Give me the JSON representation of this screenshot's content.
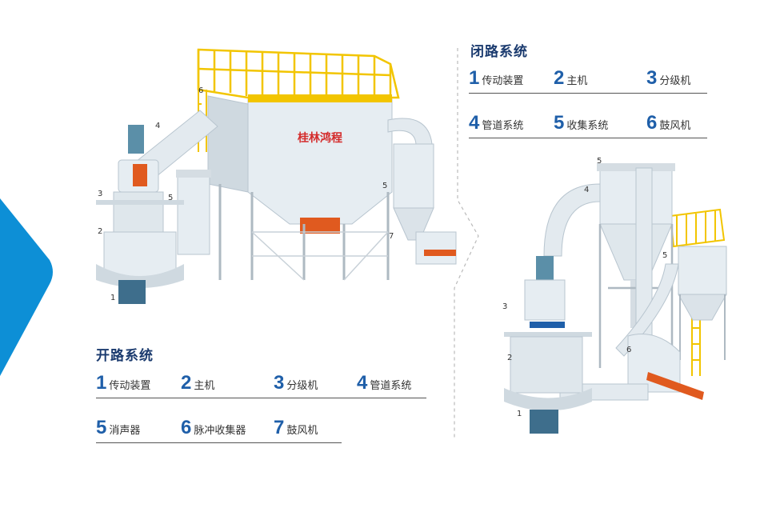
{
  "open_circuit": {
    "title": "开路系统",
    "brand_text": "桂林鸿程",
    "items": [
      {
        "num": "1",
        "label": "传动装置"
      },
      {
        "num": "2",
        "label": "主机"
      },
      {
        "num": "3",
        "label": "分级机"
      },
      {
        "num": "4",
        "label": "管道系统"
      },
      {
        "num": "5",
        "label": "消声器"
      },
      {
        "num": "6",
        "label": "脉冲收集器"
      },
      {
        "num": "7",
        "label": "鼓风机"
      }
    ],
    "callouts": [
      "1",
      "2",
      "3",
      "4",
      "5",
      "6",
      "5",
      "7"
    ]
  },
  "closed_circuit": {
    "title": "闭路系统",
    "items": [
      {
        "num": "1",
        "label": "传动装置"
      },
      {
        "num": "2",
        "label": "主机"
      },
      {
        "num": "3",
        "label": "分级机"
      },
      {
        "num": "4",
        "label": "管道系统"
      },
      {
        "num": "5",
        "label": "收集系统"
      },
      {
        "num": "6",
        "label": "鼓风机"
      }
    ],
    "callouts": [
      "5",
      "4",
      "5",
      "3",
      "2",
      "6",
      "1"
    ]
  },
  "colors": {
    "accent_blue": "#0d8fd6",
    "title_navy": "#1a3a6e",
    "number_blue": "#1f5fa9",
    "frame_yellow": "#f2c500",
    "equipment_grey": "#dde6ec",
    "duct_orange": "#e05a1f"
  }
}
